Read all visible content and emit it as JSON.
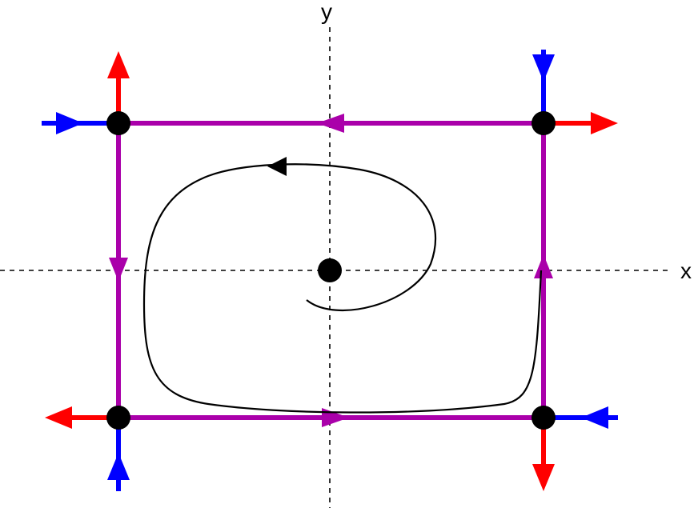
{
  "axes": {
    "x_label": "x",
    "y_label": "y",
    "line_color": "#000000"
  },
  "colors": {
    "heteroclinic": "#aa00aa",
    "unstable": "#ff0000",
    "stable": "#0000ff",
    "orbit": "#000000",
    "fixed_point": "#000000"
  },
  "fixed_points": [
    "origin-center",
    "top-left-saddle",
    "top-right-saddle",
    "bottom-left-saddle",
    "bottom-right-saddle"
  ],
  "icons": [
    "arrow-head-icon"
  ]
}
